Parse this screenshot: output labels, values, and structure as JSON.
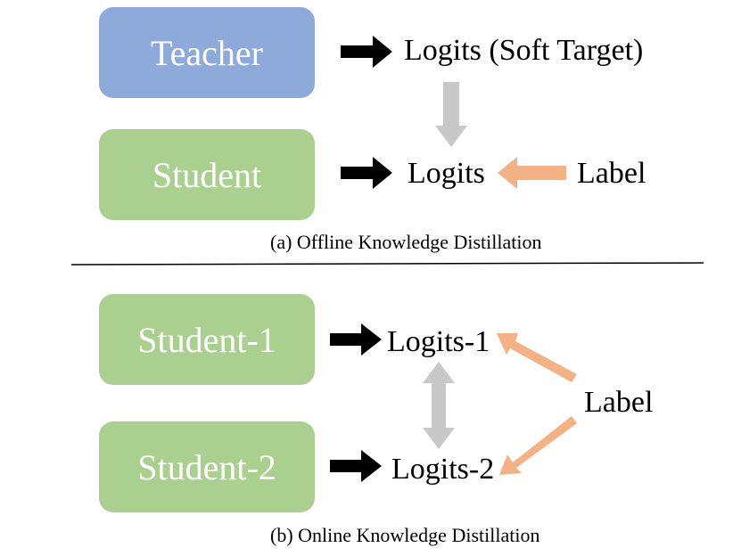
{
  "offline": {
    "teacher": "Teacher",
    "student": "Student",
    "soft_target": "Logits (Soft Target)",
    "logits": "Logits",
    "label": "Label",
    "caption": "(a) Offline Knowledge Distillation"
  },
  "online": {
    "student1": "Student-1",
    "student2": "Student-2",
    "logits1": "Logits-1",
    "logits2": "Logits-2",
    "label": "Label",
    "caption": "(b) Online Knowledge Distillation"
  },
  "colors": {
    "teacher_box": "#8eaadb",
    "student_box": "#a9d08e",
    "black_arrow": "#000000",
    "gray_arrow": "#c8c8c8",
    "orange_arrow": "#f4b183"
  }
}
